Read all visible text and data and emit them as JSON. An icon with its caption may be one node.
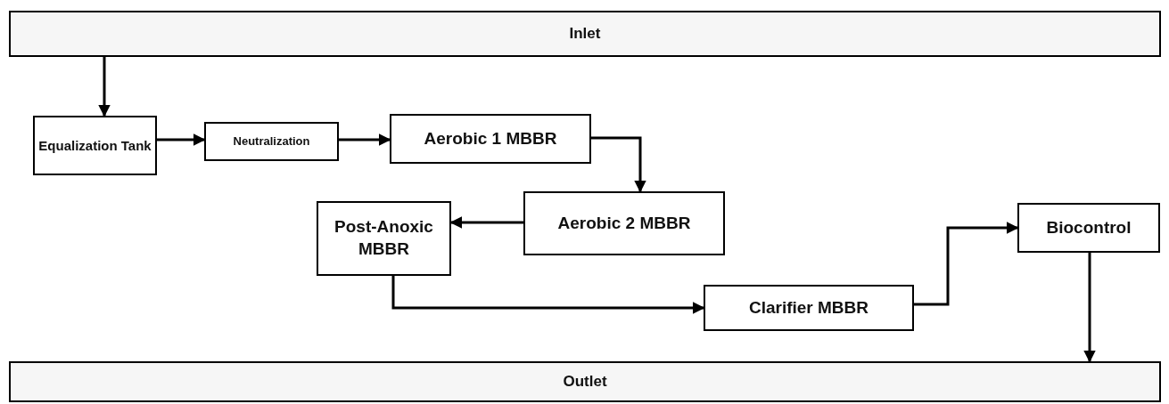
{
  "diagram": {
    "nodes": [
      {
        "text": [
          "Inlet"
        ]
      },
      {
        "text": [
          "Equalization Tank"
        ]
      },
      {
        "text": [
          "Neutralization"
        ]
      },
      {
        "text": [
          "Aerobic 1 MBBR"
        ]
      },
      {
        "text": [
          "Aerobic 2 MBBR"
        ]
      },
      {
        "text": [
          "Post-Anoxic MBBR"
        ]
      },
      {
        "text": [
          "Clarifier MBBR"
        ]
      },
      {
        "text": [
          "Biocontrol"
        ]
      },
      {
        "text": [
          "Outlet"
        ]
      }
    ],
    "edges": [
      {
        "from": 0,
        "to": 1,
        "arrow": "to"
      },
      {
        "from": 1,
        "to": 2,
        "arrow": "to"
      },
      {
        "from": 2,
        "to": 3,
        "arrow": "to"
      },
      {
        "from": 3,
        "to": 4,
        "arrow": "to"
      },
      {
        "from": 4,
        "to": 5,
        "arrow": "to"
      },
      {
        "from": 5,
        "to": 6,
        "arrow": "to"
      },
      {
        "from": 6,
        "to": 7,
        "arrow": "to"
      },
      {
        "from": 7,
        "to": 8,
        "arrow": "to"
      }
    ]
  }
}
